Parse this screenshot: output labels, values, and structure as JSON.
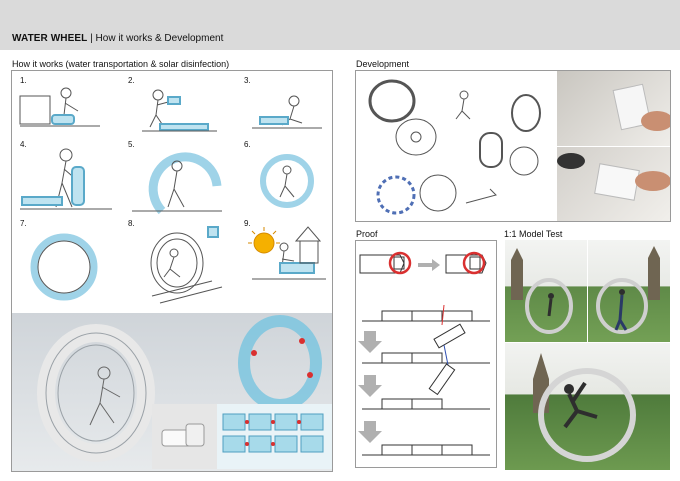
{
  "header": {
    "title_bold": "WATER WHEEL",
    "title_rest": "How it works & Development"
  },
  "sections": {
    "how_it_works": "How it works (water transportation & solar disinfection)",
    "development": "Development",
    "proof": "Proof",
    "model_test": "1:1 Model Test"
  },
  "steps": [
    "1.",
    "2.",
    "3.",
    "4.",
    "5.",
    "6.",
    "7.",
    "8.",
    "9."
  ],
  "colors": {
    "topbar": "#dadada",
    "water_blue": "#5aa9c9",
    "proof_red": "#d93030",
    "arrow_gray": "#b0b0b0"
  }
}
